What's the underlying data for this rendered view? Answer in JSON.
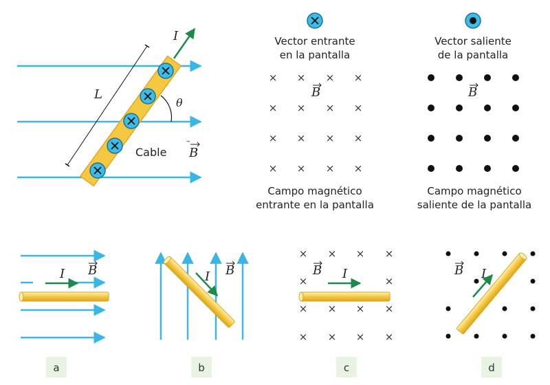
{
  "main": {
    "current_label": "I",
    "length_label": "L",
    "angle_label": "θ",
    "cable_label": "Cable",
    "field_label": "B"
  },
  "legend": {
    "entering_title_1": "Vector entrante",
    "entering_title_2": "en la pantalla",
    "exiting_title_1": "Vector saliente",
    "exiting_title_2": "de la pantalla",
    "entering_caption_1": "Campo magnético",
    "entering_caption_2": "entrante en la pantalla",
    "exiting_caption_1": "Campo magnético",
    "exiting_caption_2": "saliente de la pantalla",
    "cross_symbol": "×"
  },
  "panels": [
    {
      "tag": "a",
      "current": "I",
      "field": "B"
    },
    {
      "tag": "b",
      "current": "I",
      "field": "B"
    },
    {
      "tag": "c",
      "current": "I",
      "field": "B"
    },
    {
      "tag": "d",
      "current": "I",
      "field": "B"
    }
  ],
  "colors": {
    "field_line": "#39b6e3",
    "cable": "#f5c842",
    "current_arrow": "#1e8a4a",
    "marker_fill": "#3cbde8",
    "tag_bg": "#e8f3e3"
  }
}
